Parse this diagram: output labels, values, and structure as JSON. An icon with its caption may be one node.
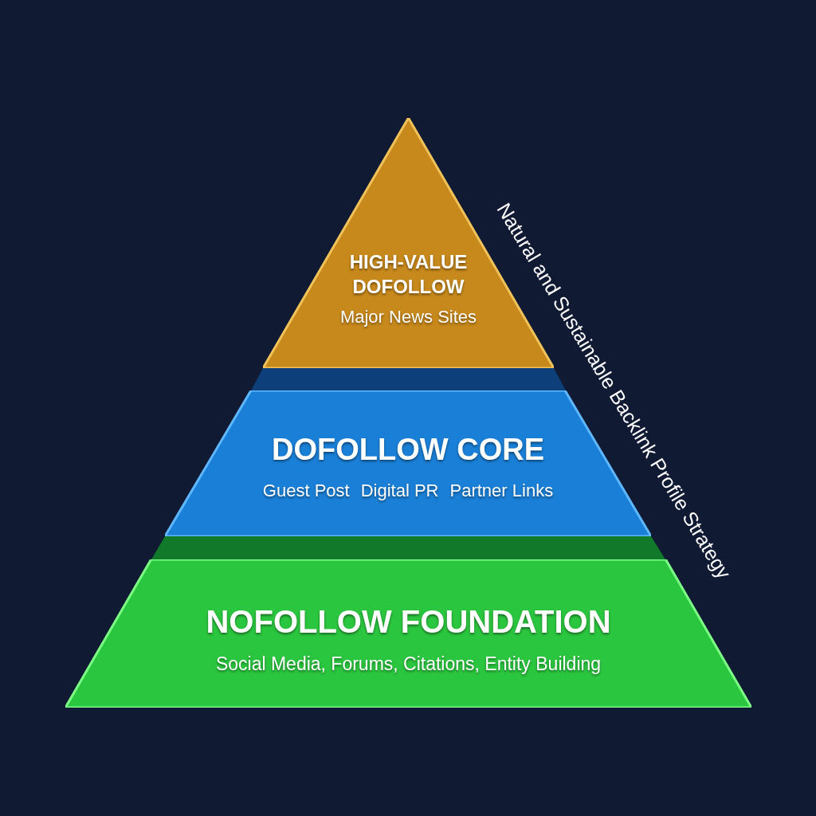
{
  "diagram": {
    "nodes": [
      {
        "text": [
          "HIGH-VALUE DOFOLLOW",
          "Major News Sites"
        ]
      },
      {
        "text": [
          "DOFOLLOW CORE",
          "Guest Post",
          "Digital PR",
          "Partner Links"
        ]
      },
      {
        "text": [
          "NOFOLLOW FOUNDATION",
          "Social Media, Forums, Citations, Entity Building"
        ]
      }
    ],
    "labels": [
      "Natural and Sustainable Backlink Profile Strategy"
    ]
  }
}
